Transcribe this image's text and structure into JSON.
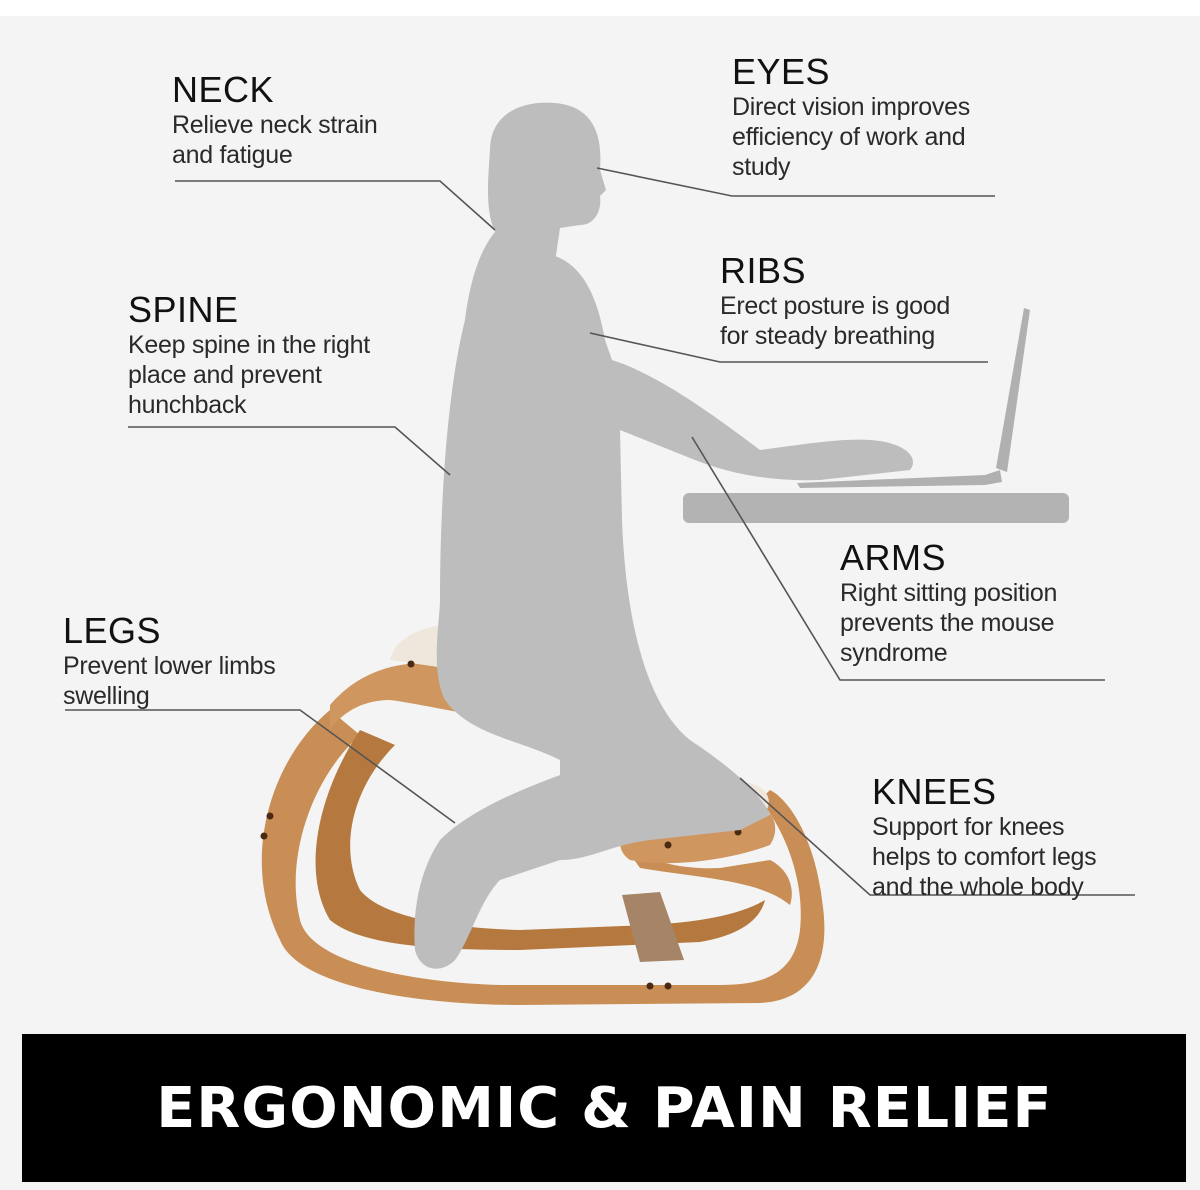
{
  "colors": {
    "background": "#f4f4f4",
    "silhouette": "#bdbdbd",
    "wood": "#c98e55",
    "wood_dark": "#a86c36",
    "cushion": "#efe6dc",
    "leader_line": "#555555",
    "banner_bg": "#000000",
    "banner_text": "#ffffff"
  },
  "callouts": {
    "neck": {
      "title": "NECK",
      "desc": "Relieve neck strain\nand fatigue"
    },
    "eyes": {
      "title": "EYES",
      "desc": "Direct vision improves\nefficiency of work and\nstudy"
    },
    "spine": {
      "title": "SPINE",
      "desc": "Keep spine in the right\nplace and prevent\nhunchback"
    },
    "ribs": {
      "title": "RIBS",
      "desc": "Erect posture is good\nfor steady breathing"
    },
    "arms": {
      "title": "ARMS",
      "desc": "Right sitting position\nprevents the mouse\nsyndrome"
    },
    "legs": {
      "title": "LEGS",
      "desc": "Prevent lower limbs\nswelling"
    },
    "knees": {
      "title": "KNEES",
      "desc": "Support for knees\nhelps to comfort legs\nand the whole body"
    }
  },
  "banner": {
    "text": "ERGONOMIC & PAIN RELIEF"
  }
}
